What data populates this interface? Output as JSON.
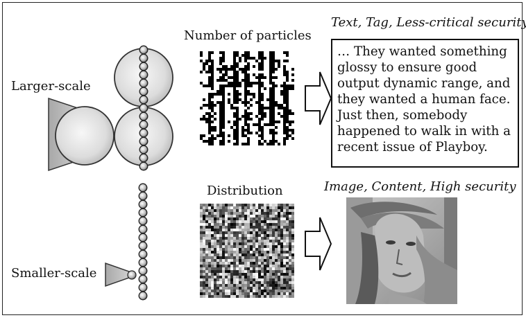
{
  "labels": {
    "larger_scale": "Larger-scale",
    "smaller_scale": "Smaller-scale",
    "number_of_particles": "Number of particles",
    "distribution": "Distribution",
    "text_caption": "Text, Tag, Less-critical security",
    "image_caption": "Image, Content, High security"
  },
  "quote": "… They wanted something glossy to ensure good output dynamic range, and they wanted a human face. Just then, somebody happened to walk in with a recent issue of Playboy.",
  "colors": {
    "sphere_fill": "#d9d9d9",
    "tip_fill": "#b5b5b5",
    "border": "#222222"
  }
}
